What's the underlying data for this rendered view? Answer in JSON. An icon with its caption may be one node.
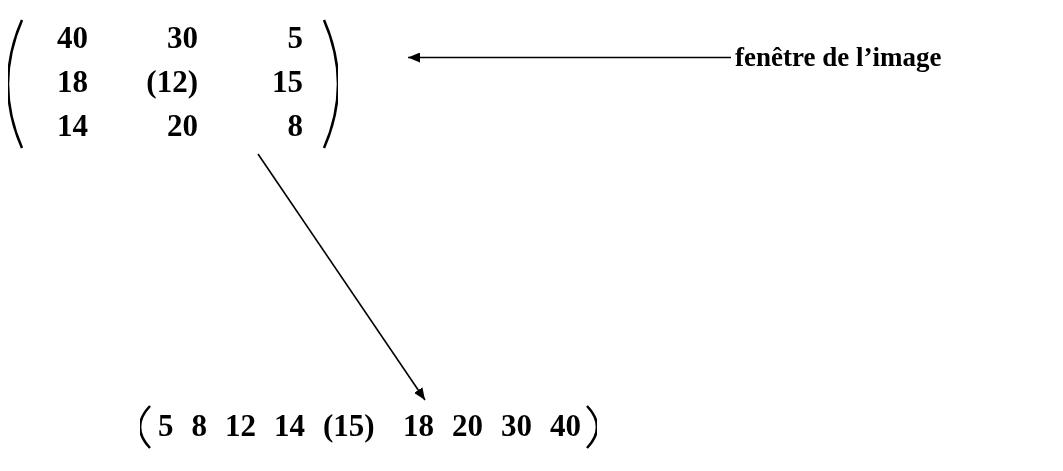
{
  "diagram": {
    "nodes": [
      {
        "text": [
          "40",
          "30",
          "5",
          "18",
          "(12)",
          "15",
          "14",
          "20",
          "8"
        ]
      },
      {
        "text": [
          "fenêtre de l’image"
        ]
      },
      {
        "text": [
          "5",
          "8",
          "12",
          "14",
          "(15)",
          "18",
          "20",
          "30",
          "40"
        ]
      }
    ],
    "edges": [
      {
        "from": 1,
        "to": 0,
        "arrow": "to"
      },
      {
        "from": 0,
        "to": 2,
        "arrow": "to"
      }
    ]
  }
}
